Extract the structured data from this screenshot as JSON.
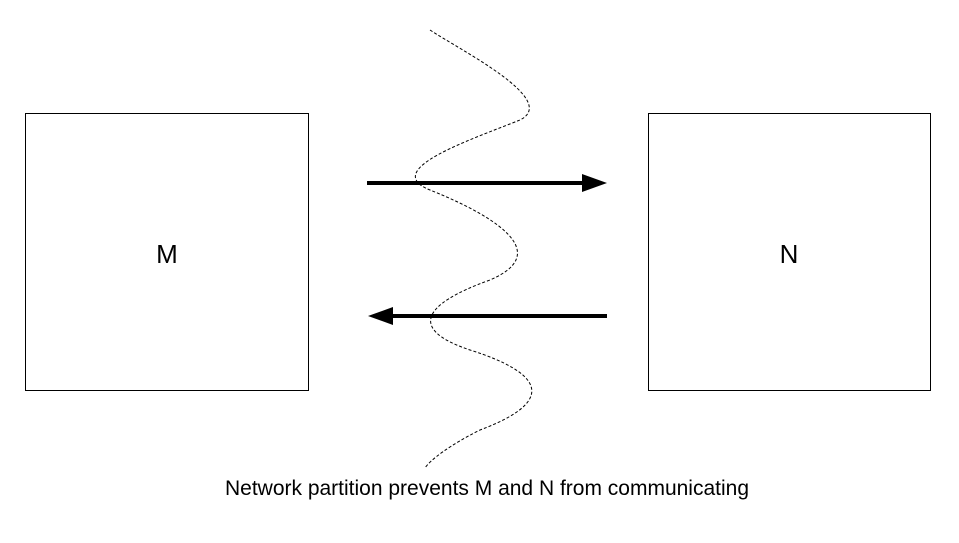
{
  "diagram": {
    "nodes": [
      {
        "id": "M",
        "label": "M"
      },
      {
        "id": "N",
        "label": "N"
      }
    ],
    "edges": [
      {
        "from": "M",
        "to": "N"
      },
      {
        "from": "N",
        "to": "M"
      }
    ],
    "caption": "Network partition prevents M and N from communicating"
  }
}
